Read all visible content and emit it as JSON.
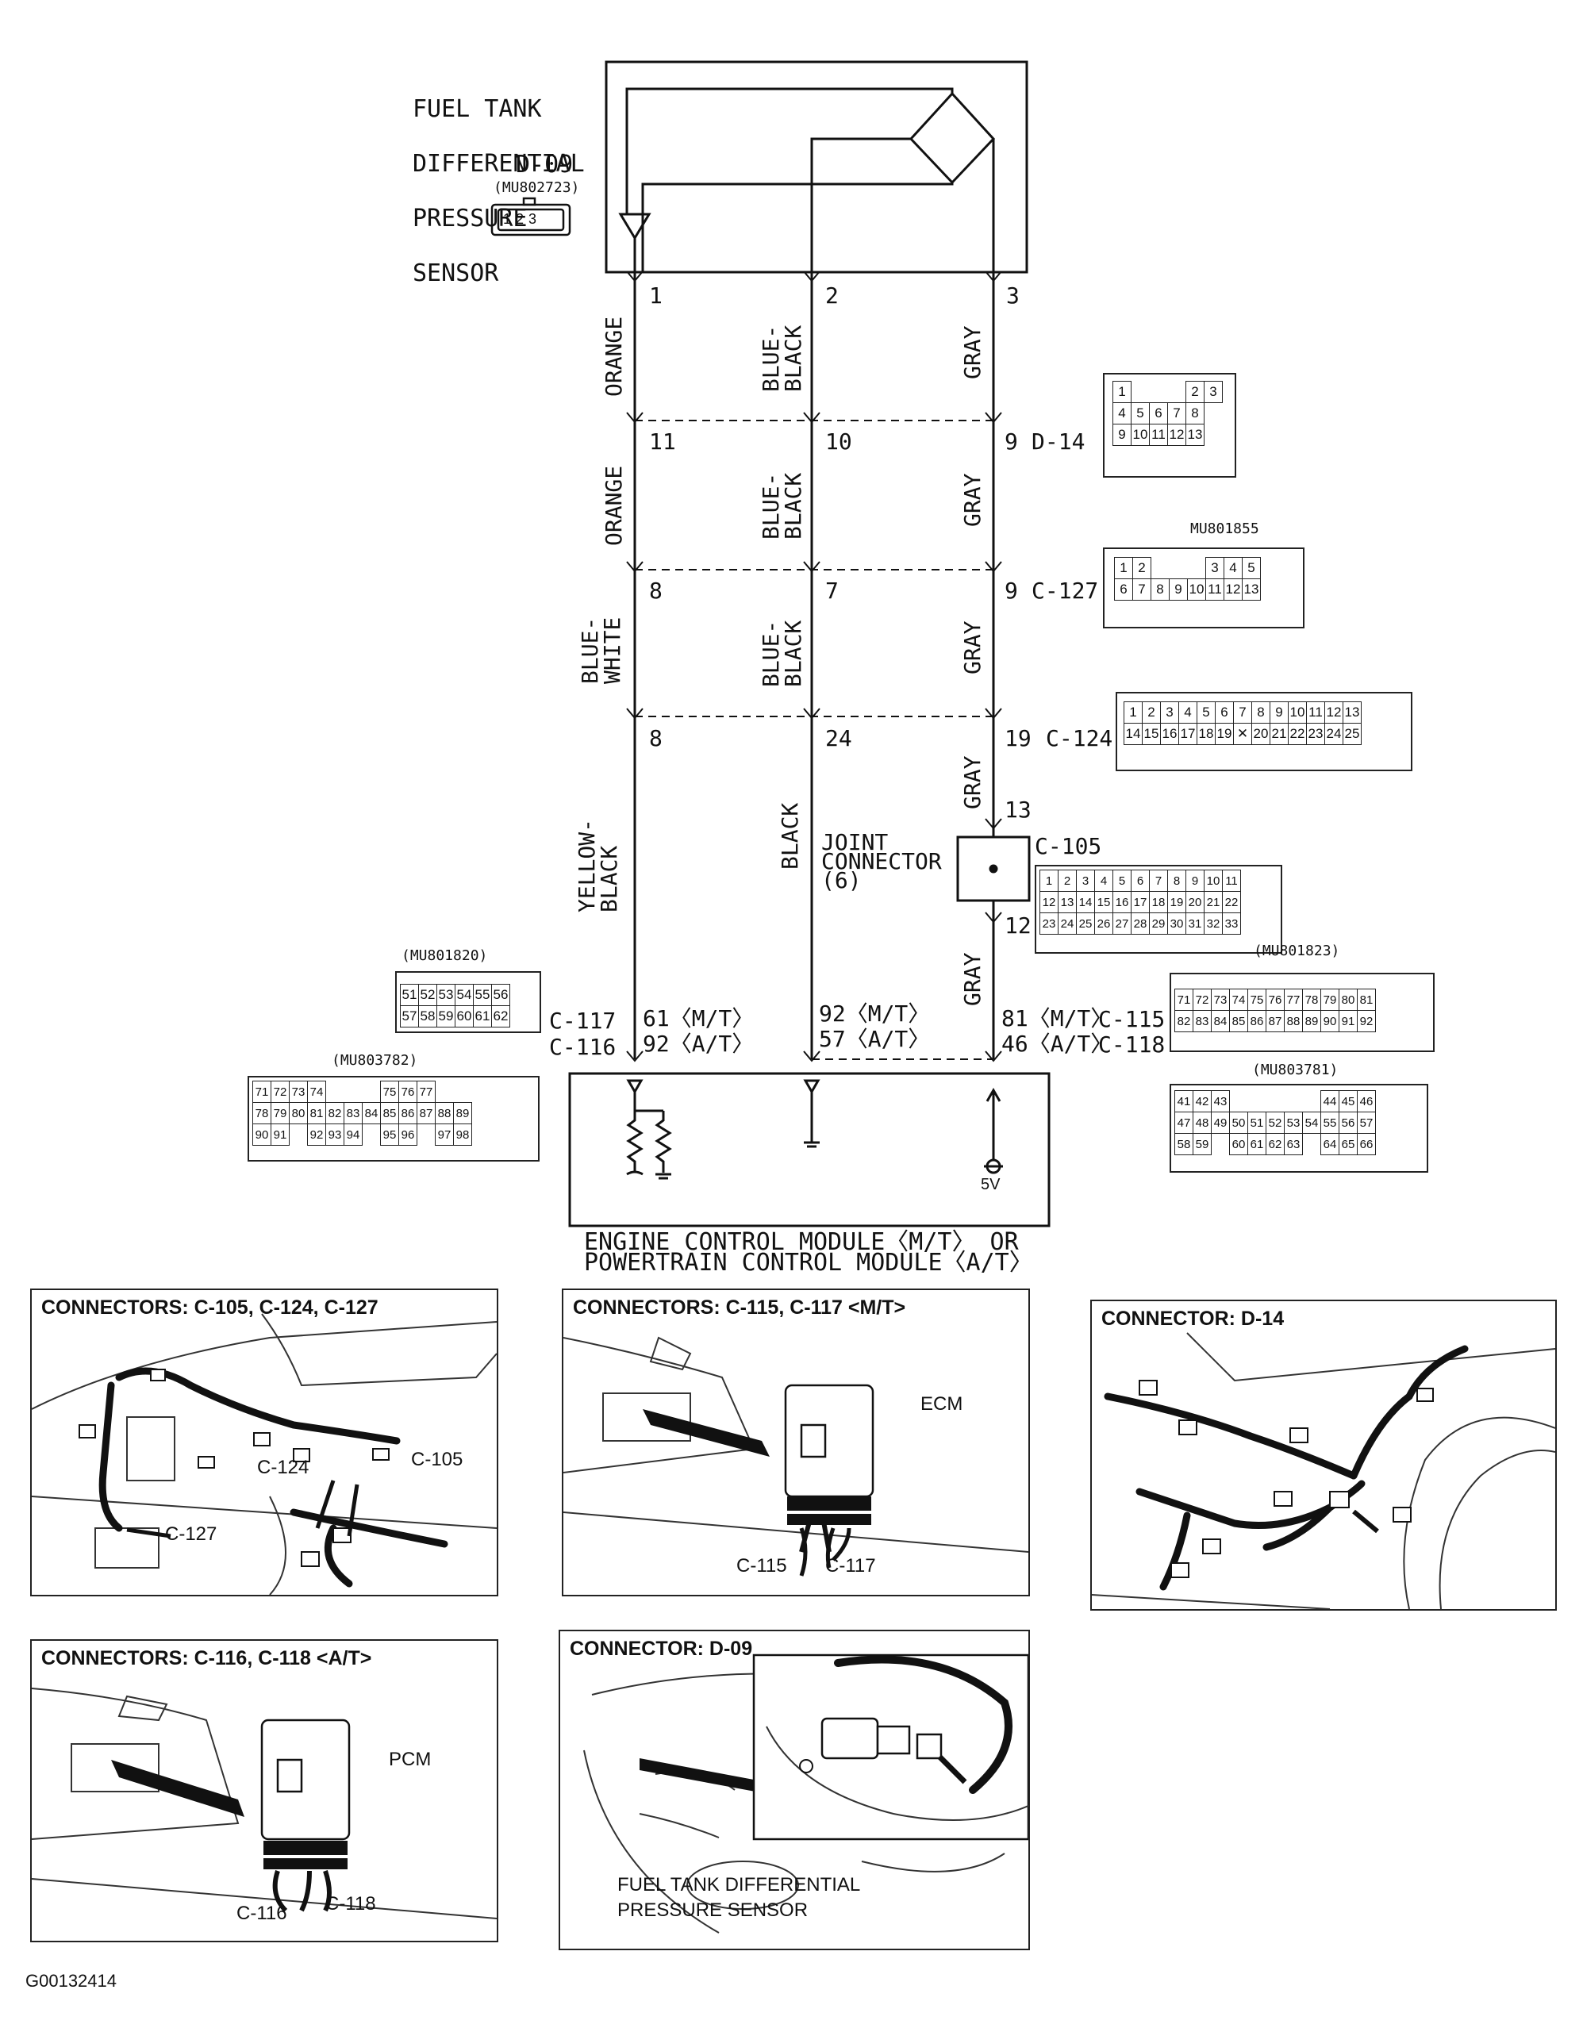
{
  "sensor": {
    "title_lines": [
      "FUEL TANK",
      "DIFFERENTIAL",
      "PRESSURE",
      "SENSOR"
    ],
    "code": "D-09",
    "part": "(MU802723)",
    "connector_pins": [
      "1",
      "2",
      "3"
    ]
  },
  "wires": {
    "seg1": [
      "ORANGE",
      "BLUE-\nBLACK",
      "GRAY"
    ],
    "seg2": [
      "ORANGE",
      "BLUE-\nBLACK",
      "GRAY"
    ],
    "seg3": [
      "BLUE-\nWHITE",
      "BLUE-\nBLACK",
      "GRAY"
    ],
    "seg4": [
      "YELLOW-\nBLACK",
      "BLACK",
      "GRAY"
    ],
    "seg5": [
      "GRAY"
    ]
  },
  "pins": {
    "row1": [
      "1",
      "2",
      "3"
    ],
    "row2": [
      "11",
      "10",
      "9"
    ],
    "row3": [
      "8",
      "7",
      "9"
    ],
    "row4": [
      "8",
      "24",
      "19"
    ],
    "jc_top": "13",
    "jc_bottom": "12"
  },
  "connectors": {
    "d14": {
      "label": "D-14"
    },
    "c127": {
      "label": "C-127",
      "part": "MU801855"
    },
    "c124": {
      "label": "C-124"
    },
    "c105": {
      "label": "C-105"
    },
    "joint": {
      "label": "JOINT\nCONNECTOR\n(6)"
    },
    "c117": {
      "label": "C-117",
      "part": "(MU801820)"
    },
    "c116": {
      "label": "C-116",
      "part": "(MU803782)"
    },
    "c115": {
      "label": "C-115",
      "part": "(MU801823)"
    },
    "c118": {
      "label": "C-118",
      "part": "(MU803781)"
    }
  },
  "ecm_pins": {
    "left": "61〈M/T〉\n92〈A/T〉",
    "mid": "92〈M/T〉\n57〈A/T〉",
    "right": "81〈M/T〉\n46〈A/T〉"
  },
  "ecm": {
    "label": "ENGINE CONTROL MODULE〈M/T〉 OR\nPOWERTRAIN CONTROL MODULE〈A/T〉",
    "voltage": "5V"
  },
  "grids": {
    "d14": [
      [
        "1",
        "",
        "",
        "",
        "2",
        "3"
      ],
      [
        "4",
        "5",
        "6",
        "7",
        "8"
      ],
      [
        "9",
        "10",
        "11",
        "12",
        "13"
      ]
    ],
    "c127": [
      [
        "1",
        "2",
        "",
        "",
        "",
        "3",
        "4",
        "5"
      ],
      [
        "6",
        "7",
        "8",
        "9",
        "10",
        "11",
        "12",
        "13"
      ]
    ],
    "c124": [
      [
        "1",
        "2",
        "3",
        "4",
        "5",
        "6",
        "7",
        "8",
        "9",
        "10",
        "11",
        "12",
        "13"
      ],
      [
        "14",
        "15",
        "16",
        "17",
        "18",
        "19",
        "✕",
        "20",
        "21",
        "22",
        "23",
        "24",
        "25"
      ]
    ],
    "c105": [
      [
        "1",
        "2",
        "3",
        "4",
        "5",
        "6",
        "7",
        "8",
        "9",
        "10",
        "11"
      ],
      [
        "12",
        "13",
        "14",
        "15",
        "16",
        "17",
        "18",
        "19",
        "20",
        "21",
        "22"
      ],
      [
        "23",
        "24",
        "25",
        "26",
        "27",
        "28",
        "29",
        "30",
        "31",
        "32",
        "33"
      ]
    ],
    "c117": [
      [
        "51",
        "52",
        "53",
        "54",
        "55",
        "56"
      ],
      [
        "57",
        "58",
        "59",
        "60",
        "61",
        "62"
      ]
    ],
    "c116": [
      [
        "71",
        "72",
        "73",
        "74",
        "",
        "",
        "",
        "75",
        "76",
        "77"
      ],
      [
        "78",
        "79",
        "80",
        "81",
        "82",
        "83",
        "84",
        "85",
        "86",
        "87",
        "88",
        "89"
      ],
      [
        "90",
        "91",
        "",
        "92",
        "93",
        "94",
        "",
        "95",
        "96",
        "",
        "97",
        "98"
      ]
    ],
    "c115": [
      [
        "71",
        "72",
        "73",
        "74",
        "75",
        "76",
        "77",
        "78",
        "79",
        "80",
        "81"
      ],
      [
        "82",
        "83",
        "84",
        "85",
        "86",
        "87",
        "88",
        "89",
        "90",
        "91",
        "92"
      ]
    ],
    "c118": [
      [
        "41",
        "42",
        "43",
        "",
        "",
        "",
        "",
        "",
        "44",
        "45",
        "46"
      ],
      [
        "47",
        "48",
        "49",
        "50",
        "51",
        "52",
        "53",
        "54",
        "55",
        "56",
        "57"
      ],
      [
        "58",
        "59",
        "",
        "60",
        "61",
        "62",
        "63",
        "",
        "64",
        "65",
        "66"
      ]
    ]
  },
  "panels": [
    {
      "title": "CONNECTORS: C-105, C-124, C-127",
      "labels": [
        "C-124",
        "C-105",
        "C-127"
      ]
    },
    {
      "title": "CONNECTORS: C-115, C-117 <M/T>",
      "labels": [
        "ECM",
        "C-115",
        "C-117"
      ]
    },
    {
      "title": "CONNECTOR: D-14",
      "labels": []
    },
    {
      "title": "CONNECTORS: C-116, C-118 <A/T>",
      "labels": [
        "PCM",
        "C-116",
        "C-118"
      ]
    },
    {
      "title": "CONNECTOR: D-09",
      "labels": [
        "FUEL TANK DIFFERENTIAL\nPRESSURE SENSOR"
      ]
    }
  ],
  "footer": {
    "code": "G00132414"
  }
}
